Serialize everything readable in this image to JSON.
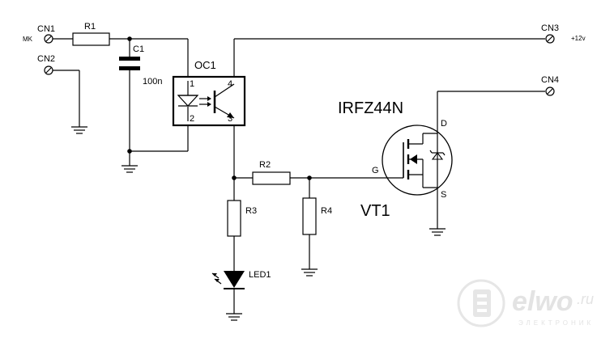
{
  "connectors": {
    "cn1": "CN1",
    "cn1_note": "MK",
    "cn2": "CN2",
    "cn3": "CN3",
    "cn3_note": "+12v",
    "cn4": "CN4"
  },
  "components": {
    "r1": "R1",
    "c1": "C1",
    "c1_value": "100n",
    "oc1": "OC1",
    "oc_pin1": "1",
    "oc_pin2": "2",
    "oc_pin3": "3",
    "oc_pin4": "4",
    "r2": "R2",
    "r3": "R3",
    "r4": "R4",
    "led1": "LED1",
    "mosfet_model": "IRFZ44N",
    "mosfet_ref": "VT1",
    "gate": "G",
    "drain": "D",
    "source": "S"
  },
  "watermark": {
    "text": "elwo",
    "suffix": ".ru",
    "sub": "ЭЛЕКТРОНИК"
  },
  "colors": {
    "line": "#000000",
    "watermark": "#e3e3e3"
  }
}
